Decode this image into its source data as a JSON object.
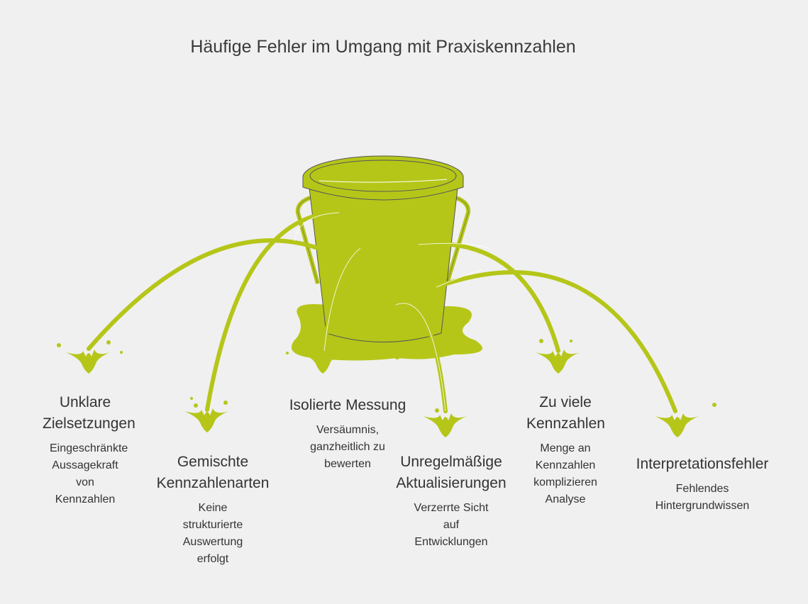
{
  "title": "Häufige Fehler im Umgang mit Praxiskennzahlen",
  "colors": {
    "accent": "#b5c619",
    "background": "#f0f0f0",
    "text": "#333333"
  },
  "items": [
    {
      "heading": "Unklare Zielsetzungen",
      "description": "Eingeschränkte Aussagekraft von Kennzahlen"
    },
    {
      "heading": "Gemischte Kennzahlenarten",
      "description": "Keine strukturierte Auswertung erfolgt"
    },
    {
      "heading": "Isolierte Messung",
      "description": "Versäumnis, ganzheitlich zu bewerten"
    },
    {
      "heading": "Unregelmäßige Aktualisierungen",
      "description": "Verzerrte Sicht auf Entwicklungen"
    },
    {
      "heading": "Zu viele Kennzahlen",
      "description": "Menge an Kennzahlen komplizieren Analyse"
    },
    {
      "heading": "Interpretationsfehler",
      "description": "Fehlendes Hintergrundwissen"
    }
  ]
}
